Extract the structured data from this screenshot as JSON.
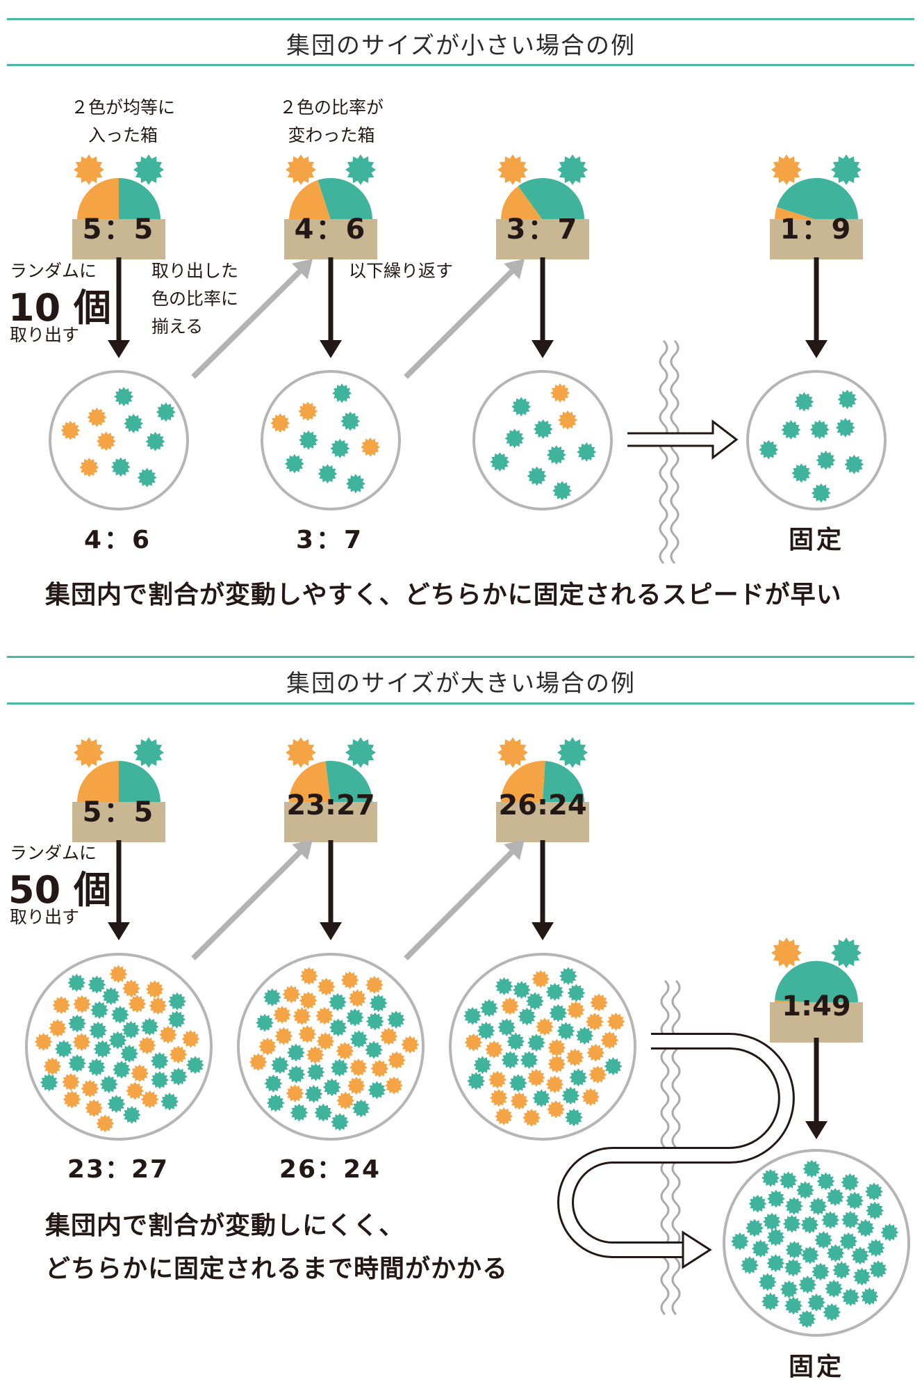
{
  "colors": {
    "orange": "#f4a445",
    "teal": "#3fb39b",
    "box": "#c9b794",
    "rule": "#4ab7a1",
    "arrow": "#231815",
    "grayArrow": "#b3b3b3",
    "circleBorder": "#b5b5b5"
  },
  "small_example": {
    "section_title": "集団のサイズが小さい場合の例",
    "box1_caption": "２色が均等に\n入った箱",
    "box2_caption": "２色の比率が\n変わった箱",
    "boxes": [
      "5：5",
      "4：6",
      "3：7",
      "1：9"
    ],
    "draw_label_top": "ランダムに",
    "draw_count": "10 個",
    "draw_label_bottom": "取り出す",
    "adjust_label": "取り出した\n色の比率に\n揃える",
    "repeat_label": "以下繰り返す",
    "results": [
      "4：6",
      "3：7",
      "固定"
    ],
    "summary": "集団内で割合が変動しやすく、どちらかに固定されるスピードが早い"
  },
  "large_example": {
    "section_title": "集団のサイズが大きい場合の例",
    "boxes": [
      "5：5",
      "23:27",
      "26:24",
      "1:49"
    ],
    "draw_label_top": "ランダムに",
    "draw_count": "50 個",
    "draw_label_bottom": "取り出す",
    "results": [
      "23：27",
      "26：24",
      "固定"
    ],
    "summary_line1": "集団内で割合が変動しにくく、",
    "summary_line2": "どちらかに固定されるまで時間がかかる"
  }
}
